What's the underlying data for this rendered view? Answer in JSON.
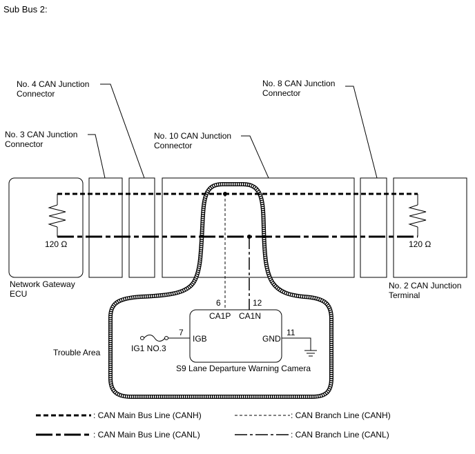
{
  "title": "Sub Bus 2:",
  "connectors": {
    "jc4_line1": "No. 4 CAN Junction",
    "jc4_line2": "Connector",
    "jc8_line1": "No. 8 CAN Junction",
    "jc8_line2": "Connector",
    "jc3_line1": "No. 3 CAN Junction",
    "jc3_line2": "Connector",
    "jc10_line1": "No. 10 CAN Junction",
    "jc10_line2": "Connector"
  },
  "ecu": {
    "gateway_line1": "Network Gateway",
    "gateway_line2": "ECU",
    "terminal_line1": "No. 2 CAN Junction",
    "terminal_line2": "Terminal",
    "resistor_left": "120 Ω",
    "resistor_right": "120 Ω"
  },
  "camera": {
    "name": "S9  Lane Departure Warning Camera",
    "pin_ca1p_num": "6",
    "pin_ca1n_num": "12",
    "pin_ca1p": "CA1P",
    "pin_ca1n": "CA1N",
    "pin_igb_num": "7",
    "pin_igb": "IGB",
    "pin_gnd_num": "11",
    "pin_gnd": "GND",
    "fuse_label": "IG1 NO.3"
  },
  "trouble_area": "Trouble Area",
  "legend": {
    "main_canh": ": CAN Main Bus Line (CANH)",
    "branch_canh": ": CAN Branch Line (CANH)",
    "main_canl": ": CAN Main Bus Line (CANL)",
    "branch_canl": ": CAN Branch Line (CANL)"
  }
}
